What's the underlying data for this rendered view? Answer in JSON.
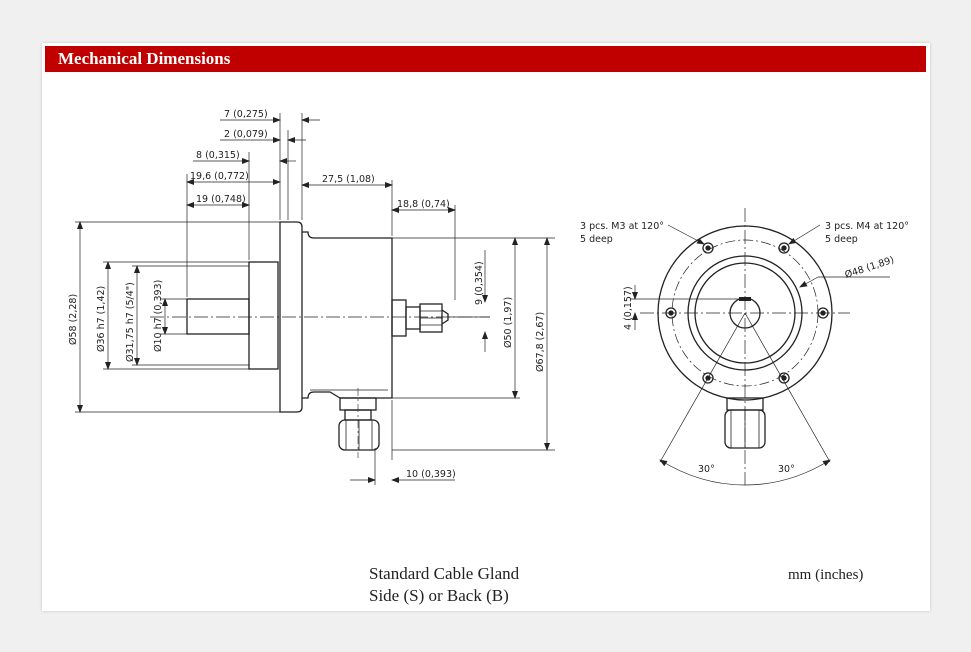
{
  "section_title": "Mechanical Dimensions",
  "dimensions": {
    "d7": "7 (0,275)",
    "d2": "2 (0,079)",
    "d8": "8 (0,315)",
    "d19_6": "19,6 (0,772)",
    "d19": "19 (0,748)",
    "d27_5": "27,5 (1,08)",
    "d18_8": "18,8 (0,74)",
    "d9": "9 (0,354)",
    "d10": "10 (0,393)",
    "dia58": "Ø58 (2,28)",
    "dia36": "Ø36 h7 (1,42)",
    "dia31_75": "Ø31,75 h7 (5/4\")",
    "dia10": "Ø10 h7 (0,393)",
    "dia50": "Ø50 (1,97)",
    "dia67_8": "Ø67,8 (2,67)",
    "dia48": "Ø48 (1,89)",
    "d4": "4 (0,157)",
    "m3_line1": "3 pcs. M3 at 120°",
    "m3_line2": "5 deep",
    "m4_line1": "3 pcs. M4 at 120°",
    "m4_line2": "5 deep",
    "angle_left": "30°",
    "angle_right": "30°"
  },
  "caption": {
    "line1": "Standard Cable Gland",
    "line2": "Side (S) or Back (B)"
  },
  "units": "mm (inches)"
}
